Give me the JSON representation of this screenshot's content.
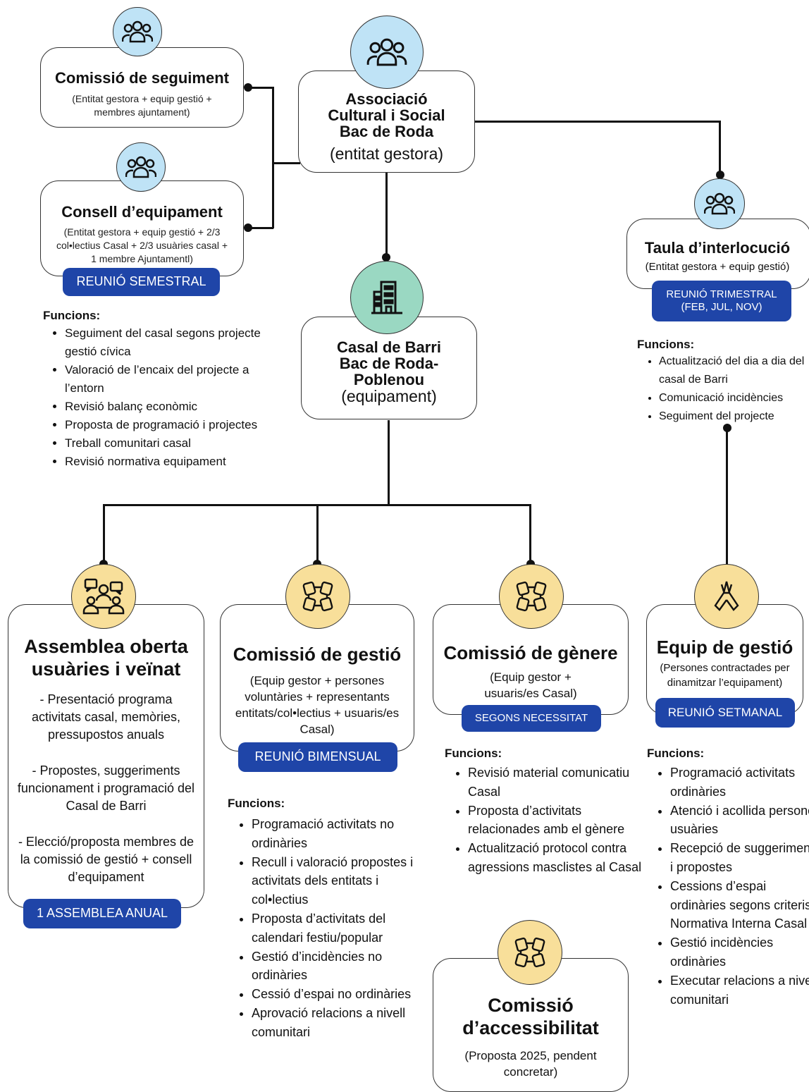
{
  "colors": {
    "blue_icon": "#bfe3f6",
    "green_icon": "#9ad8c2",
    "yellow_icon": "#f8df9a",
    "tag": "#1f45a8"
  },
  "comissio_seguiment": {
    "title": "Comissió de seguiment",
    "sub1": "(Entitat gestora + equip gestió +",
    "sub2": "membres ajuntament)",
    "icon": "people-icon"
  },
  "consell": {
    "title": "Consell d’equipament",
    "sub1": "(Entitat gestora + equip gestió + 2/3",
    "sub2": "col•lectius Casal + 2/3 usuàries casal +",
    "sub3": "1 membre Ajuntamentl)",
    "tag": "REUNIÓ SEMESTRAL",
    "icon": "people-icon"
  },
  "associacio": {
    "l1": "Associació",
    "l2": "Cultural i Social",
    "l3": "Bac de Roda",
    "l4": "(entitat gestora)",
    "icon": "people-icon"
  },
  "taula": {
    "title": "Taula d’interlocució",
    "sub": "(Entitat gestora + equip gestió)",
    "tag1": "REUNIÓ TRIMESTRAL",
    "tag2": "(FEB, JUL, NOV)",
    "icon": "people-icon"
  },
  "casal": {
    "l1": "Casal de Barri",
    "l2": "Bac de Roda-",
    "l3": "Poblenou",
    "l4": "(equipament)",
    "icon": "building-icon"
  },
  "funcions_label": "Funcions:",
  "funcions_consell": [
    "Seguiment del casal segons projecte gestió cívica",
    "Valoració de l’encaix del projecte a l’entorn",
    "Revisió balanç econòmic",
    "Proposta de programació i projectes",
    "Treball comunitari casal",
    "Revisió normativa equipament"
  ],
  "funcions_taula": [
    "Actualització del dia a dia del casal de Barri",
    "Comunicació incidències",
    "Seguiment del projecte"
  ],
  "assemblea": {
    "l1": "Assemblea oberta",
    "l2": "usuàries i veïnat",
    "p1": "- Presentació programa activitats casal, memòries, pressupostos anuals",
    "p2": "- Propostes, suggeriments funcionament i programació del Casal de Barri",
    "p3": "- Elecció/proposta membres de la comissió de gestió + consell d’equipament",
    "tag": "1 ASSEMBLEA ANUAL",
    "icon": "conversation-icon"
  },
  "gestio": {
    "title": "Comissió de gestió",
    "sub": "(Equip gestor + persones voluntàries + representants entitats/col•lectius + usuaris/es Casal)",
    "tag": "REUNIÓ BIMENSUAL",
    "icon": "hands-icon"
  },
  "genere": {
    "title": "Comissió de gènere",
    "sub1": "(Equip gestor +",
    "sub2": "usuaris/es Casal)",
    "tag": "SEGONS NECESSITAT",
    "icon": "hands-icon"
  },
  "equip": {
    "title": "Equip de gestió",
    "sub1": "(Persones contractades per",
    "sub2": "dinamitzar l’equipament)",
    "tag": "REUNIÓ SETMANAL",
    "icon": "team-hands-icon"
  },
  "funcions_gestio": [
    "Programació activitats no ordinàries",
    "Recull i valoració propostes i activitats dels entitats i col•lectius",
    "Proposta d’activitats del calendari festiu/popular",
    "Gestió d’incidències no ordinàries",
    "Cessió d’espai no ordinàries",
    "Aprovació relacions a nivell comunitari"
  ],
  "funcions_genere": [
    "Revisió material comunicatiu Casal",
    "Proposta d’activitats relacionades amb el gènere",
    "Actualització protocol contra agressions masclistes al Casal"
  ],
  "funcions_equip": [
    "Programació activitats ordinàries",
    "Atenció i acollida persones usuàries",
    "Recepció de suggeriments i propostes",
    "Cessions d’espai ordinàries segons criteris Normativa Interna Casal",
    "Gestió incidències ordinàries",
    "Executar relacions a nivell comunitari"
  ],
  "accessibilitat": {
    "l1": "Comissió",
    "l2": "d’accessibilitat",
    "sub1": "(Proposta 2025, pendent",
    "sub2": "concretar)",
    "icon": "hands-icon"
  }
}
